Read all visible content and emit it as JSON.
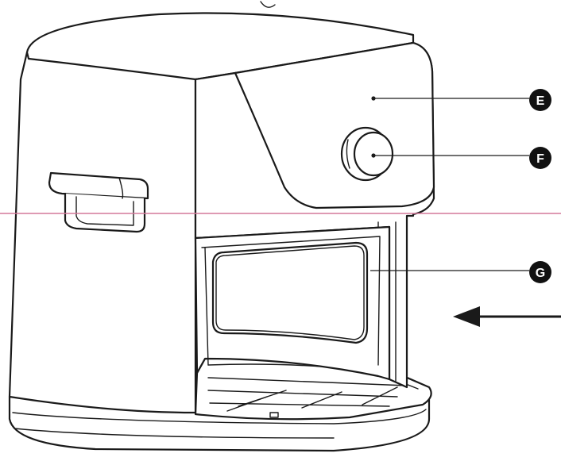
{
  "callouts": [
    {
      "id": "E",
      "letter": "E",
      "part": "control-panel"
    },
    {
      "id": "F",
      "letter": "F",
      "part": "control-dial"
    },
    {
      "id": "G",
      "letter": "G",
      "part": "door-window"
    }
  ],
  "colors": {
    "line": "#1a1a1a",
    "badge": "#111111",
    "badge_text": "#ffffff",
    "guide_line": "#d4799a",
    "background": "#ffffff"
  },
  "annotations": {
    "guide_line": "horizontal",
    "arrow_direction": "left"
  }
}
